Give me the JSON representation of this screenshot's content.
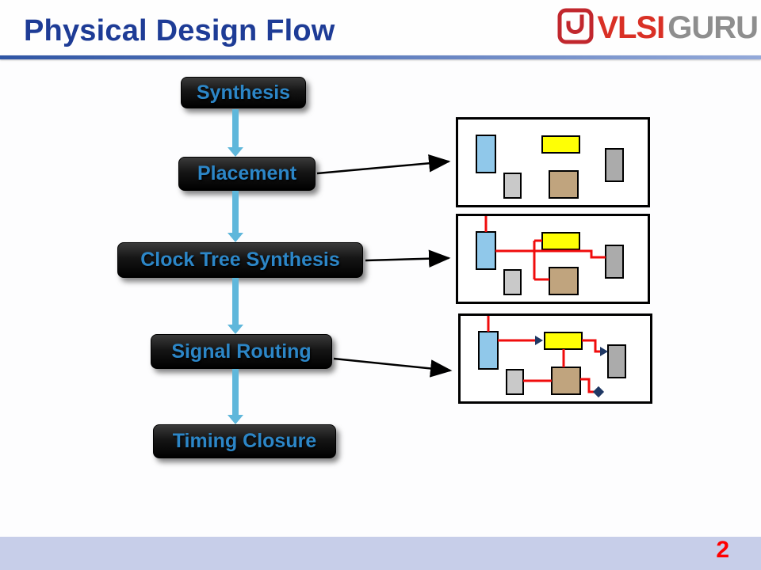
{
  "header": {
    "title": "Physical Design Flow",
    "logo": {
      "icon": "vlsiguru-logo-icon",
      "vlsi": "VLSI",
      "guru": "GURU"
    }
  },
  "flow": {
    "steps": [
      {
        "id": "synthesis",
        "label": "Synthesis"
      },
      {
        "id": "placement",
        "label": "Placement"
      },
      {
        "id": "clock-tree-synthesis",
        "label": "Clock Tree Synthesis"
      },
      {
        "id": "signal-routing",
        "label": "Signal Routing"
      },
      {
        "id": "timing-closure",
        "label": "Timing Closure"
      }
    ]
  },
  "panels": [
    {
      "name": "placement-cells-illustration"
    },
    {
      "name": "clock-tree-illustration"
    },
    {
      "name": "signal-routing-illustration"
    }
  ],
  "footer": {
    "page_number": "2"
  },
  "colors": {
    "title_blue": "#1E3C96",
    "step_text_blue": "#2C86C7",
    "flow_arrow_blue": "#5FB7DB",
    "logo_red": "#D93025",
    "logo_gray": "#8E8E8E",
    "page_number_red": "#FF0000",
    "wire_red": "#F00C0C",
    "route_arrow_navy": "#1F3864",
    "cell_blue": "#90C8EA",
    "cell_yellow": "#FFFF05",
    "cell_tan": "#C0A47E",
    "cell_gray": "#C9C9C9"
  }
}
